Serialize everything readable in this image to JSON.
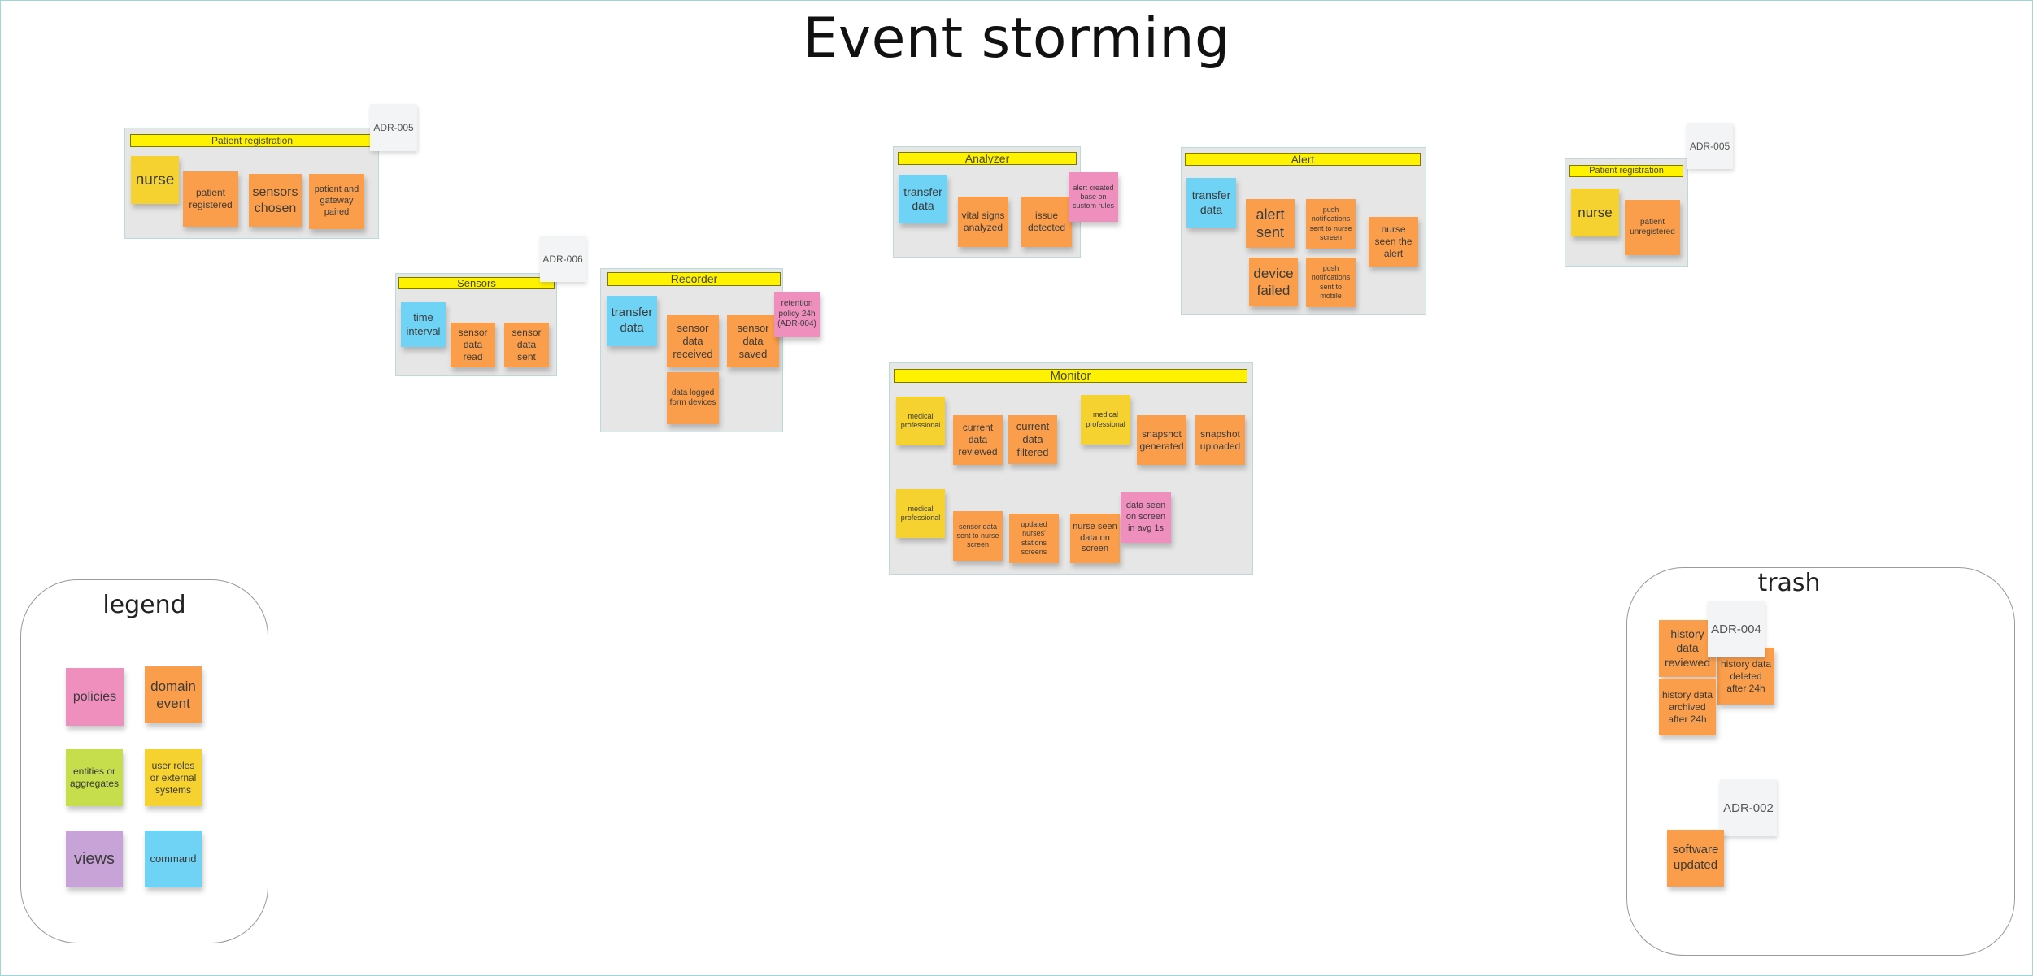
{
  "title": "Event storming",
  "colors": {
    "domain_event": "#fb9e4b",
    "user_role": "#f5d230",
    "command": "#6fd3f5",
    "policy": "#ee8fbe",
    "entity": "#c6dd4c",
    "view": "#c7a3d7",
    "frame_label": "#fff200"
  },
  "groups": {
    "patient_registration_left": {
      "label": "Patient registration",
      "adr": "ADR-005",
      "notes": [
        "nurse",
        "patient registered",
        "sensors chosen",
        "patient and gateway paired"
      ]
    },
    "sensors": {
      "label": "Sensors",
      "adr": "ADR-006",
      "notes": [
        "time interval",
        "sensor data read",
        "sensor data sent"
      ]
    },
    "recorder": {
      "label": "Recorder",
      "notes": [
        "transfer data",
        "sensor data received",
        "sensor data saved",
        "retention policy 24h (ADR-004)",
        "data logged form devices"
      ]
    },
    "analyzer": {
      "label": "Analyzer",
      "notes": [
        "transfer data",
        "vital signs analyzed",
        "issue detected",
        "alert created base on custom rules"
      ]
    },
    "alert": {
      "label": "Alert",
      "notes": [
        "transfer data",
        "alert sent",
        "push notifications sent to nurse screen",
        "nurse seen the alert",
        "device failed",
        "push notifications sent to mobile"
      ]
    },
    "patient_registration_right": {
      "label": "Patient registration",
      "adr": "ADR-005",
      "notes": [
        "nurse",
        "patient unregistered"
      ]
    },
    "monitor": {
      "label": "Monitor",
      "notes": [
        "medical professional",
        "current data reviewed",
        "current data filtered",
        "medical professional",
        "snapshot generated",
        "snapshot uploaded",
        "medical professional",
        "sensor data sent to nurse screen",
        "updated nurses' stations screens",
        "nurse seen data on screen",
        "data seen on screen in avg 1s"
      ]
    }
  },
  "legend": {
    "title": "legend",
    "items": [
      "policies",
      "domain event",
      "entities or aggregates",
      "user roles or external systems",
      "views",
      "command"
    ]
  },
  "trash": {
    "title": "trash",
    "adrs": [
      "ADR-004",
      "ADR-002"
    ],
    "notes": [
      "history data reviewed",
      "history data deleted after 24h",
      "history data archived after 24h",
      "software updated"
    ]
  }
}
